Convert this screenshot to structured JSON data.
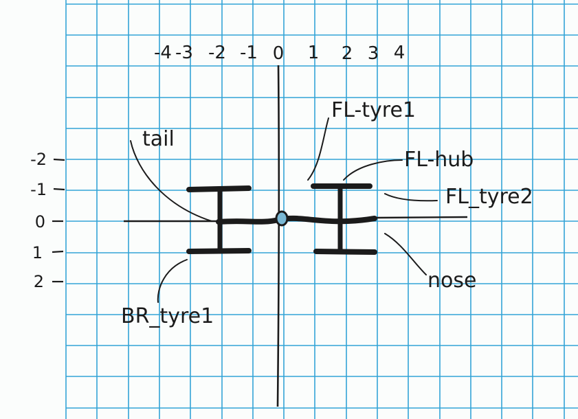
{
  "colors": {
    "paper": "#fbfdfc",
    "grid": "#33a3d6",
    "ink": "#1b1b1b"
  },
  "x_axis": {
    "tick_labels": [
      "-4",
      "-3",
      "-2",
      "-1",
      "0",
      "1",
      "2",
      "3",
      "4"
    ]
  },
  "y_axis": {
    "tick_labels": [
      "-2",
      "-1",
      "0",
      "1",
      "2"
    ]
  },
  "annotations": {
    "tail": "tail",
    "fl_tyre1": "FL-tyre1",
    "fl_hub": "FL-hub",
    "fl_tyre2": "FL_tyre2",
    "nose": "nose",
    "br_tyre1": "BR_tyre1"
  }
}
